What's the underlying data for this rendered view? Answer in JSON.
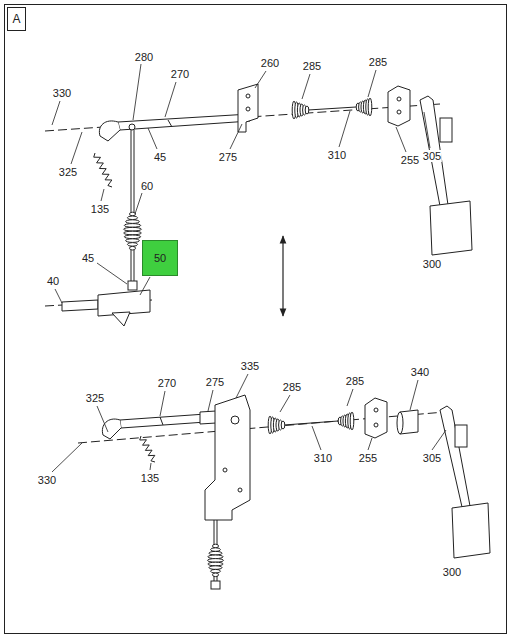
{
  "diagram": {
    "nodes": [
      {
        "text": [
          "A"
        ]
      },
      {
        "text": [
          "50"
        ]
      }
    ],
    "labels": [
      "330",
      "280",
      "270",
      "260",
      "285",
      "285",
      "325",
      "45",
      "275",
      "310",
      "255",
      "305",
      "135",
      "60",
      "45",
      "40",
      "300",
      "335",
      "270",
      "275",
      "285",
      "285",
      "340",
      "325",
      "310",
      "255",
      "305",
      "330",
      "135",
      "300"
    ]
  }
}
